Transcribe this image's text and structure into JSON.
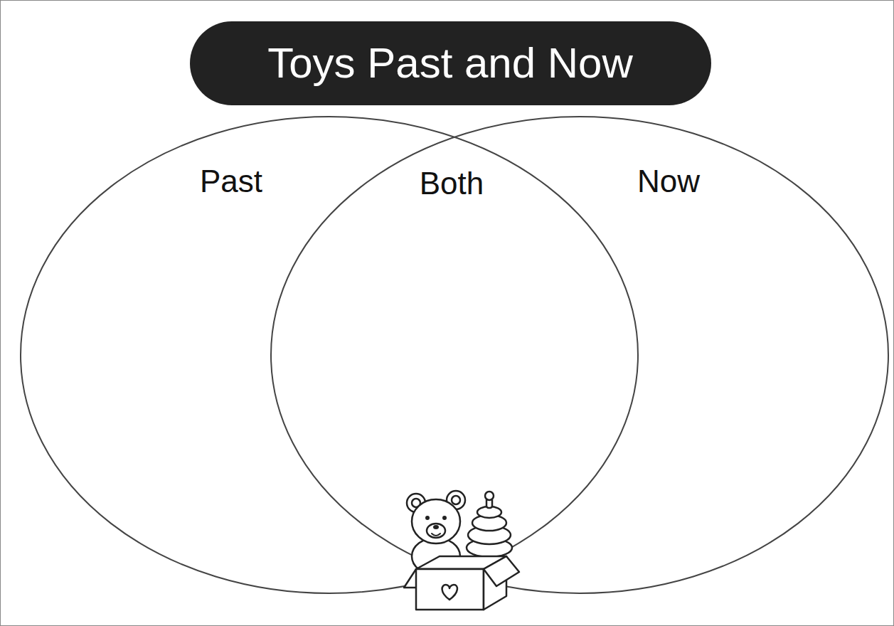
{
  "diagram": {
    "title": "Toys Past and Now",
    "nodes": [
      {
        "text": [
          "Past"
        ]
      },
      {
        "text": [
          "Now"
        ]
      }
    ],
    "labels": [
      "Both"
    ]
  }
}
